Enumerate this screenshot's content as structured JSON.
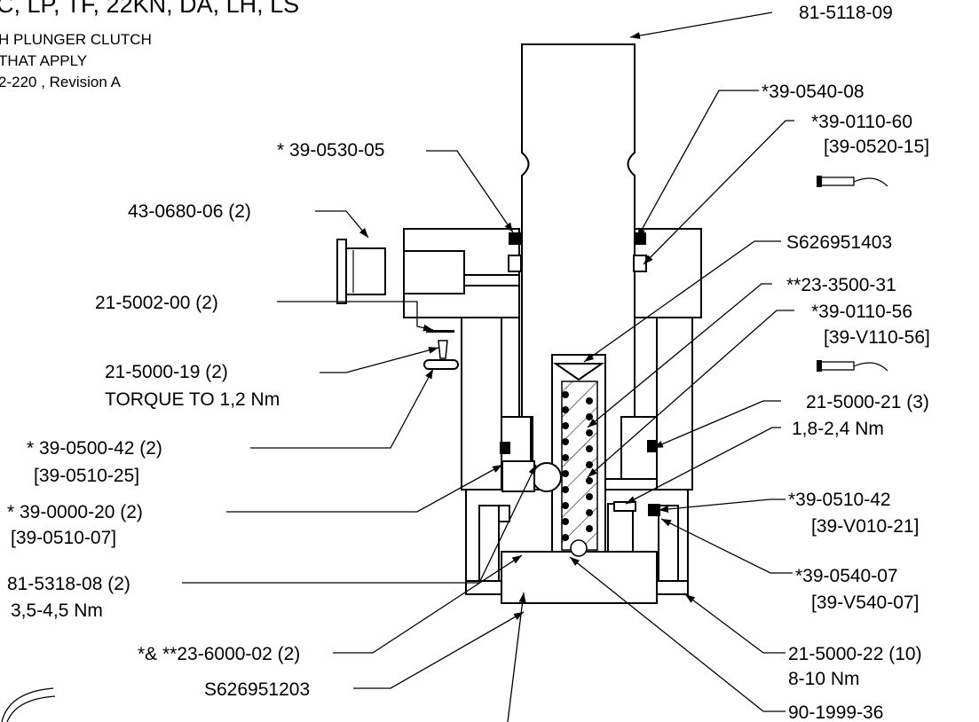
{
  "header": {
    "title": "C, LP, TF, 22KN, DA, LH, LS",
    "line1": "H PLUNGER CLUTCH",
    "line2": "THAT APPLY",
    "line3": "2-220 , Revision A"
  },
  "callouts": {
    "p_81_5118_09": "81-5118-09",
    "p_39_0540_08": "*39-0540-08",
    "p_39_0110_60": "*39-0110-60",
    "p_39_0520_15": "[39-0520-15]",
    "p_39_0530_05": "* 39-0530-05",
    "p_43_0680_06": "43-0680-06  (2)",
    "p_s626951403": "S626951403",
    "p_23_3500_31": "**23-3500-31",
    "p_39_0110_56": "*39-0110-56",
    "p_39_v110_56": "[39-V110-56]",
    "p_21_5002_00": "21-5002-00 (2)",
    "p_21_5000_19": "21-5000-19 (2)",
    "torque_1_2": "TORQUE TO 1,2 Nm",
    "p_21_5000_21": "21-5000-21  (3)",
    "torque_1_8": "1,8-2,4 Nm",
    "p_39_0500_42": "* 39-0500-42 (2)",
    "p_39_0510_25": "[39-0510-25]",
    "p_39_0000_20": "* 39-0000-20 (2)",
    "p_39_0510_07": "[39-0510-07]",
    "p_39_0510_42": "*39-0510-42",
    "p_39_v010_21": "[39-V010-21]",
    "p_81_5318_08": "81-5318-08 (2)",
    "torque_3_5": "3,5-4,5 Nm",
    "p_39_0540_07": "*39-0540-07",
    "p_39_v540_07": "[39-V540-07]",
    "p_23_6000_02": "*& **23-6000-02 (2)",
    "p_21_5000_22": "21-5000-22 (10)",
    "torque_8_10": "8-10 Nm",
    "p_s626951203": "S626951203",
    "p_90_1999_36": "90-1999-36"
  },
  "icons": [
    "seal-tool-icon",
    "seal-tool-icon"
  ],
  "colors": {
    "line": "#000000",
    "background": "#ffffff"
  }
}
